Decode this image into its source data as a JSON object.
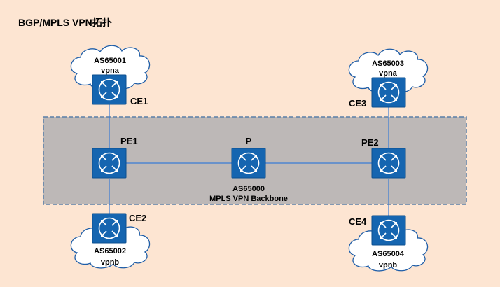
{
  "title": "BGP/MPLS VPN拓扑",
  "backbone": {
    "as": "AS65000",
    "label": "MPLS VPN Backbone"
  },
  "routers": {
    "ce1": {
      "name": "CE1"
    },
    "ce2": {
      "name": "CE2"
    },
    "ce3": {
      "name": "CE3"
    },
    "ce4": {
      "name": "CE4"
    },
    "pe1": {
      "name": "PE1"
    },
    "pe2": {
      "name": "PE2"
    },
    "p": {
      "name": "P"
    }
  },
  "sites": {
    "site1": {
      "as": "AS65001",
      "vpn": "vpna"
    },
    "site2": {
      "as": "AS65002",
      "vpn": "vpnb"
    },
    "site3": {
      "as": "AS65003",
      "vpn": "vpna"
    },
    "site4": {
      "as": "AS65004",
      "vpn": "vpnb"
    }
  },
  "router_icon_letter": "R",
  "colors": {
    "background": "#fde5d2",
    "backbone_fill": "#bdb8b7",
    "backbone_border": "#5a7fa8",
    "router_fill": "#1565b0",
    "link": "#3a7bd5",
    "cloud_stroke": "#1f5ea8",
    "text": "#000000"
  }
}
